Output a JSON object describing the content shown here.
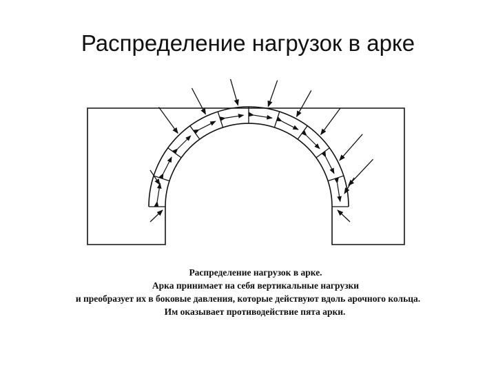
{
  "title": "Распределение нагрузок в арке",
  "diagram": {
    "voussoir_count": 10,
    "load_arrow_count": 10,
    "colors": {
      "line": "#111111",
      "background": "#ffffff"
    }
  },
  "caption": {
    "line1": "Распределение нагрузок в арке.",
    "line2": "Арка принимает на себя вертикальные нагрузки",
    "line3": "и преобразует их в боковые давления, которые действуют вдоль арочного кольца.",
    "line4": "Им оказывает противодействие пята арки."
  }
}
